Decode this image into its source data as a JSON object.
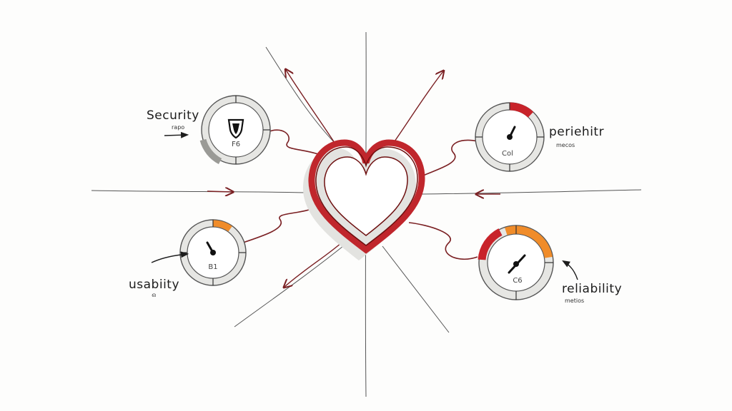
{
  "colors": {
    "heart": "#c0262c",
    "heart_dark": "#6e1010",
    "connector": "#7a1f22",
    "ink": "#1c1c1c",
    "gauge_ring": "#d9d9d6",
    "accent_red": "#c8232a",
    "accent_orange": "#f08c2a"
  },
  "labels": {
    "security": {
      "title": "Security",
      "sub": "rapo",
      "gauge_text": "F6",
      "icon": "shield-icon"
    },
    "performance": {
      "title": "periehitr",
      "sub": "mecos",
      "gauge_text": "Col"
    },
    "usability": {
      "title": "usabiity",
      "sub": "ഒ",
      "gauge_text": "B1"
    },
    "reliability": {
      "title": "reliability",
      "sub": "metios",
      "gauge_text": "C6"
    }
  },
  "gauges": {
    "performance": {
      "level": 0.12
    },
    "usability": {
      "level": 0.1
    },
    "reliability": {
      "level": 0.55
    }
  }
}
